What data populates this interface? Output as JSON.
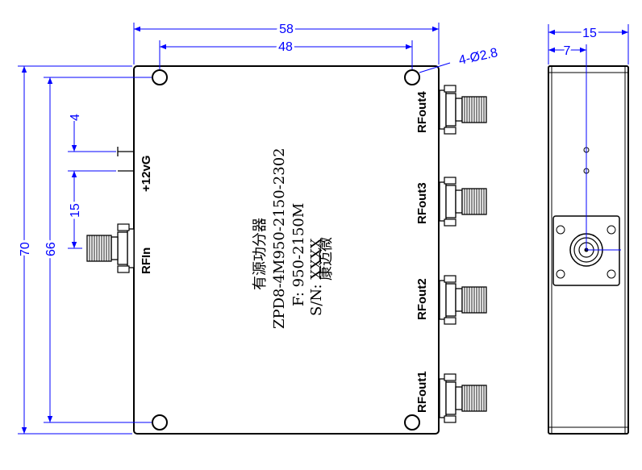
{
  "dimensions": {
    "width_overall": "58",
    "hole_spacing_x": "48",
    "holes": "4-Ø2.8",
    "height_overall": "70",
    "hole_spacing_y": "66",
    "vg_offset": "4",
    "vg_to_rfin": "15",
    "depth": "15",
    "connector_offset": "7"
  },
  "ports": {
    "vg": "+12vG",
    "rfin": "RFIn",
    "rfout1": "RFout1",
    "rfout2": "RFout2",
    "rfout3": "RFout3",
    "rfout4": "RFout4"
  },
  "body_text": {
    "line1": "有源功分器",
    "line2": "ZPD8-4M950-2150-2302",
    "line3": "F:  950-2150M",
    "line4": "S/N:  XXXX",
    "line5": "康迈微"
  },
  "colors": {
    "dimension": "#0000ff",
    "outline": "#000000"
  }
}
